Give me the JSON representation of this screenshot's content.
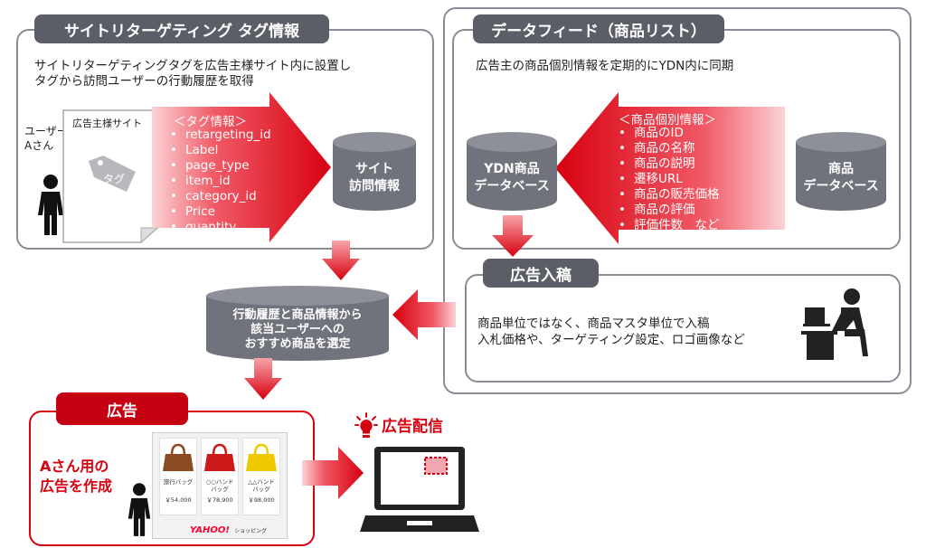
{
  "left_panel": {
    "title": "サイトリターゲティング タグ情報",
    "desc_line1": "サイトリターゲティングタグを広告主様サイト内に設置し",
    "desc_line2": "タグから訪問ユーザーの行動履歴を取得",
    "user_label": "ユーザー\nAさん",
    "site_label": "広告主様サイト",
    "tag_label": "タグ",
    "tag_info_title": "＜タグ情報＞",
    "tag_items": [
      "retargeting_id",
      "Label",
      "page_type",
      "item_id",
      "category_id",
      "Price",
      "quantity"
    ],
    "db_label_1": "サイト",
    "db_label_2": "訪問情報"
  },
  "right_panel": {
    "title": "データフィード（商品リスト）",
    "desc": "広告主の商品個別情報を定期的にYDN内に同期",
    "ydn_db_1": "YDN商品",
    "ydn_db_2": "データベース",
    "product_info_title": "＜商品個別情報＞",
    "product_items": [
      "商品のID",
      "商品の名称",
      "商品の説明",
      "遷移URL",
      "商品の販売価格",
      "商品の評価",
      "評価件数　など"
    ],
    "product_db_1": "商品",
    "product_db_2": "データベース"
  },
  "ad_submission": {
    "title": "広告入稿",
    "line1": "商品単位ではなく、商品マスタ単位で入稿",
    "line2": "入札価格や、ターゲティング設定、ロゴ画像など"
  },
  "selection": {
    "line1": "行動履歴と商品情報から",
    "line2": "該当ユーザーへの",
    "line3": "おすすめ商品を選定"
  },
  "ad_box": {
    "title": "広告",
    "caption1": "Aさん用の",
    "caption2": "広告を作成",
    "products": [
      {
        "name": "旅行バッグ",
        "price": "￥54,000",
        "color": "#8a4a22"
      },
      {
        "name": "○○ハンド\nバッグ",
        "price": "￥78,900",
        "color": "#cc1a1a"
      },
      {
        "name": "△△ハンド\nバッグ",
        "price": "￥98,000",
        "color": "#f0c800"
      }
    ],
    "logo": "YAHOO!",
    "logo_sub": "ショッピング"
  },
  "delivery": {
    "title": "広告配信"
  },
  "colors": {
    "accent_red": "#d7000f",
    "panel_gray": "#5b5e67",
    "db_gray": "#70737b"
  }
}
